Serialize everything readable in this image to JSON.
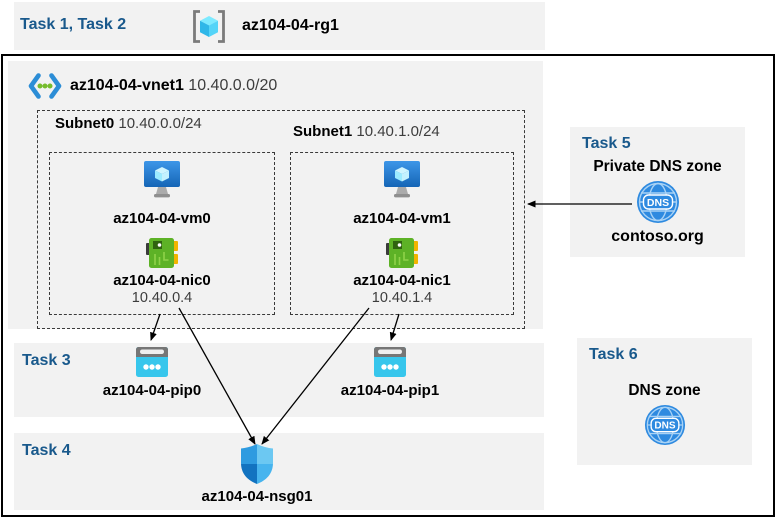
{
  "colors": {
    "task_label": "#19598C",
    "panel_gray": "#F2F2F2",
    "outer_border": "#000000",
    "dns_blue": "#2E8AE0",
    "pip_cyan": "#37C6EC",
    "nic_green": "#5DB226",
    "vm_blue": "#2383DA",
    "rg_cyan": "#54D4F8",
    "vnet_chevron_blue": "#2C8DD6",
    "vnet_dot_green": "#76BC2D"
  },
  "icons": {
    "dns_text": "DNS"
  },
  "top_band": {
    "tasks_label": "Task 1, Task 2",
    "resource_group": "az104-04-rg1"
  },
  "vnet": {
    "name": "az104-04-vnet1",
    "cidr": "10.40.0.0/20",
    "subnets": [
      {
        "name": "Subnet0",
        "cidr": "10.40.0.0/24",
        "vm": "az104-04-vm0",
        "nic": "az104-04-nic0",
        "ip": "10.40.0.4"
      },
      {
        "name": "Subnet1",
        "cidr": "10.40.1.0/24",
        "vm": "az104-04-vm1",
        "nic": "az104-04-nic1",
        "ip": "10.40.1.4"
      }
    ]
  },
  "task3": {
    "label": "Task 3",
    "pips": [
      "az104-04-pip0",
      "az104-04-pip1"
    ]
  },
  "task4": {
    "label": "Task 4",
    "nsg": "az104-04-nsg01"
  },
  "task5": {
    "label": "Task 5",
    "title": "Private DNS zone",
    "zone_name": "contoso.org"
  },
  "task6": {
    "label": "Task 6",
    "title": "DNS zone"
  }
}
